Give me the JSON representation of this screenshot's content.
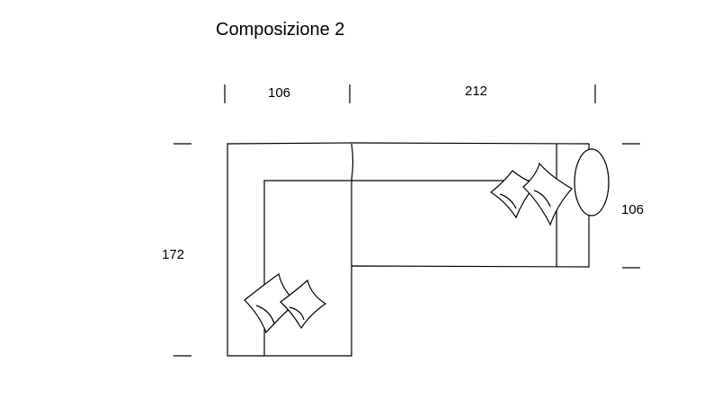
{
  "title": "Composizione 2",
  "dimensions": {
    "width_left": "106",
    "width_right": "212",
    "depth_total": "172",
    "depth_right": "106"
  }
}
